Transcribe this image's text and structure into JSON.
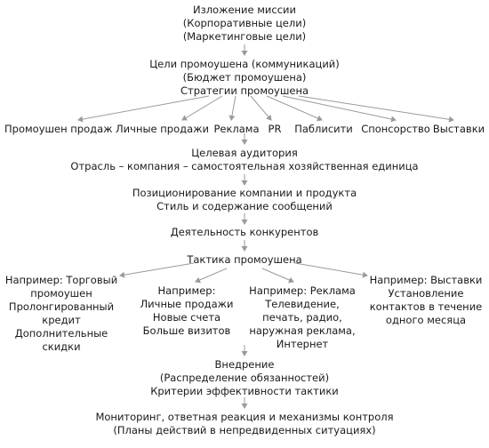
{
  "mission": {
    "lines": [
      "Изложение миссии",
      "(Корпоративные цели)",
      "(Маркетинговые цели)"
    ]
  },
  "promo_goals": {
    "lines": [
      "Цели промоушена (коммуникаций)",
      "(Бюджет промоушена)",
      "Стратегии промоушена"
    ]
  },
  "strategies": [
    "Промоушен продаж",
    "Личные продажи",
    "Реклама",
    "PR",
    "Паблисити",
    "Спонсорство",
    "Выставки"
  ],
  "audience": {
    "lines": [
      "Целевая аудитория",
      "Отрасль – компания – самостоятельная хозяйственная единица"
    ]
  },
  "positioning": {
    "lines": [
      "Позиционирование компании и продукта",
      "Стиль и содержание сообщений"
    ]
  },
  "competitors": {
    "lines": [
      "Деятельность конкурентов"
    ]
  },
  "tactics": {
    "title": "Тактика промоушена",
    "examples": [
      {
        "lines": [
          "Например: Торговый",
          "промоушен",
          "Пролонгированный",
          "кредит",
          "Дополнительные",
          "скидки"
        ]
      },
      {
        "lines": [
          "Например:",
          "Личные продажи",
          "Новые счета",
          "Больше визитов"
        ]
      },
      {
        "lines": [
          "Например: Реклама",
          "Телевидение,",
          "печать, радио,",
          "наружная реклама,",
          "Интернет"
        ]
      },
      {
        "lines": [
          "Например: Выставки",
          "Установление",
          "контактов в течение",
          "одного месяца"
        ]
      }
    ]
  },
  "implementation": {
    "lines": [
      "Внедрение",
      "(Распределение обязанностей)",
      "Критерии эффективности тактики"
    ]
  },
  "monitoring": {
    "lines": [
      "Мониторинг, ответная реакция и механизмы контроля",
      "(Планы действий в непредвиденных ситуациях)"
    ]
  },
  "colors": {
    "text": "#1a1a1a",
    "arrow": "#9a9a9a",
    "background": "#ffffff"
  }
}
